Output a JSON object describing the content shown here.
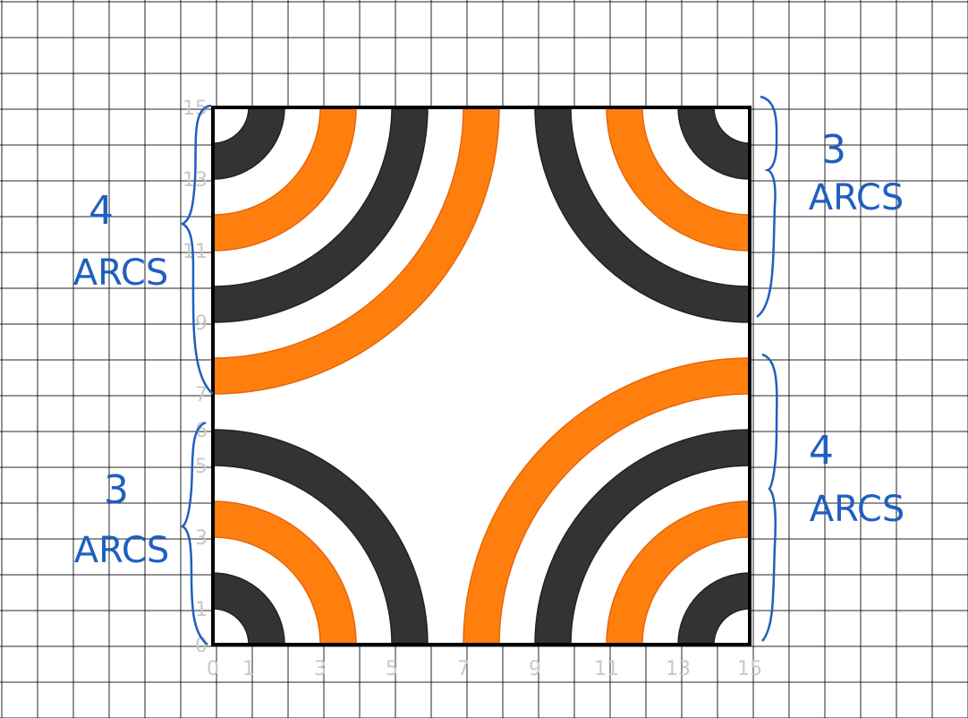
{
  "diagram": {
    "grid_max": 15,
    "x_axis_labels": [
      "0",
      "1",
      "3",
      "5",
      "7",
      "9",
      "11",
      "13",
      "15"
    ],
    "y_axis_labels": [
      "0",
      "1",
      "3",
      "5",
      "6",
      "7",
      "9",
      "11",
      "13",
      "15"
    ],
    "colors": {
      "dark": "#333333",
      "orange": "#ff7f0e",
      "outline": "#000000",
      "grid": "#000000",
      "annotation": "#1f5fbf",
      "axis_numbers": "#c8c8c8"
    },
    "quadrants": [
      {
        "corner": "top-left",
        "center": [
          0,
          15
        ],
        "arcs": [
          {
            "r_inner": 1,
            "r_outer": 2,
            "color": "dark"
          },
          {
            "r_inner": 3,
            "r_outer": 4,
            "color": "orange"
          },
          {
            "r_inner": 5,
            "r_outer": 6,
            "color": "dark"
          },
          {
            "r_inner": 7,
            "r_outer": 8,
            "color": "orange"
          }
        ]
      },
      {
        "corner": "top-right",
        "center": [
          15,
          15
        ],
        "arcs": [
          {
            "r_inner": 1,
            "r_outer": 2,
            "color": "dark"
          },
          {
            "r_inner": 3,
            "r_outer": 4,
            "color": "orange"
          },
          {
            "r_inner": 5,
            "r_outer": 6,
            "color": "dark"
          }
        ]
      },
      {
        "corner": "bottom-left",
        "center": [
          0,
          0
        ],
        "arcs": [
          {
            "r_inner": 1,
            "r_outer": 2,
            "color": "dark"
          },
          {
            "r_inner": 3,
            "r_outer": 4,
            "color": "orange"
          },
          {
            "r_inner": 5,
            "r_outer": 6,
            "color": "dark"
          }
        ]
      },
      {
        "corner": "bottom-right",
        "center": [
          15,
          0
        ],
        "arcs": [
          {
            "r_inner": 1,
            "r_outer": 2,
            "color": "dark"
          },
          {
            "r_inner": 3,
            "r_outer": 4,
            "color": "orange"
          },
          {
            "r_inner": 5,
            "r_outer": 6,
            "color": "dark"
          },
          {
            "r_inner": 7,
            "r_outer": 8,
            "color": "orange"
          }
        ]
      }
    ],
    "annotations": {
      "top_left": {
        "count": "4",
        "word": "ARCS"
      },
      "top_right": {
        "count": "3",
        "word": "ARCS"
      },
      "bottom_left": {
        "count": "3",
        "word": "ARCS"
      },
      "bottom_right": {
        "count": "4",
        "word": "ARCS"
      }
    }
  }
}
